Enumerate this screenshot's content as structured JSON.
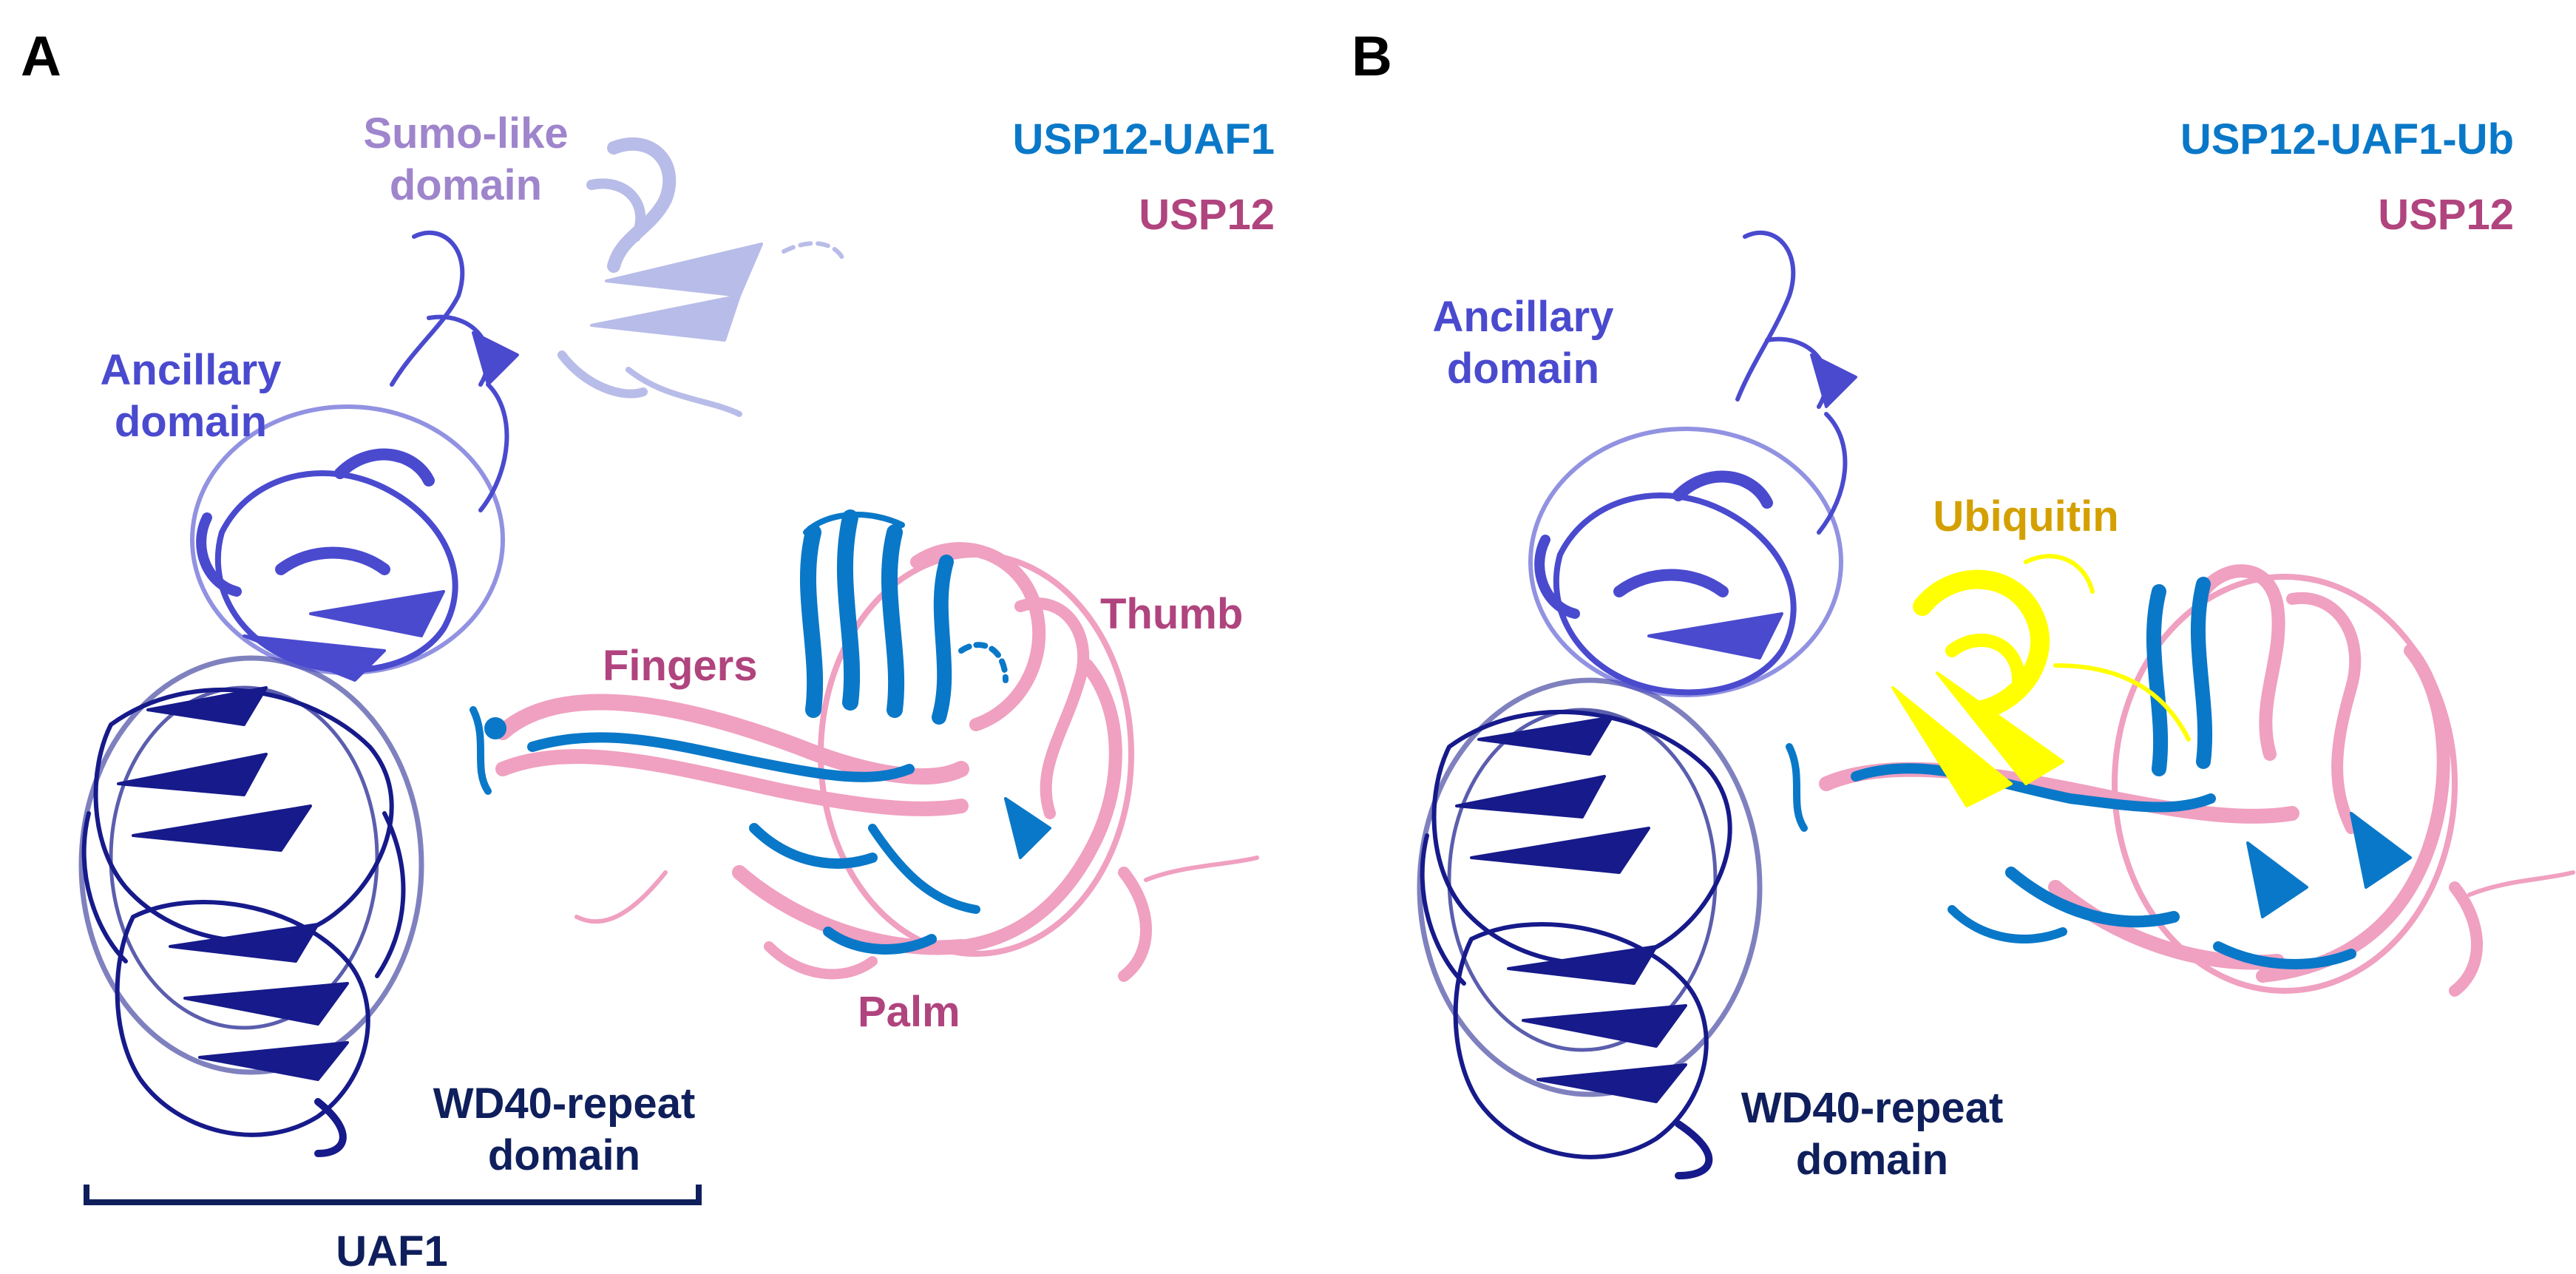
{
  "panel_a": {
    "letter": "A",
    "legend": {
      "complex": "USP12-UAF1",
      "usp12": "USP12"
    },
    "labels": {
      "sumo_line1": "Sumo-like",
      "sumo_line2": "domain",
      "ancillary_line1": "Ancillary",
      "ancillary_line2": "domain",
      "fingers": "Fingers",
      "thumb": "Thumb",
      "palm": "Palm",
      "wd40_line1": "WD40-repeat",
      "wd40_line2": "domain",
      "uaf1": "UAF1"
    }
  },
  "panel_b": {
    "letter": "B",
    "legend": {
      "complex": "USP12-UAF1-Ub",
      "usp12": "USP12"
    },
    "labels": {
      "ancillary_line1": "Ancillary",
      "ancillary_line2": "domain",
      "ubiquitin": "Ubiquitin",
      "wd40_line1": "WD40-repeat",
      "wd40_line2": "domain"
    }
  },
  "colors": {
    "usp12_complex": "#0a78c8",
    "usp12_alone": "#f0a0c0",
    "usp12_label": "#b0447e",
    "ancillary": "#4a4acf",
    "wd40": "#161a8a",
    "wd40_label": "#0f1f5c",
    "sumo": "#b8bce8",
    "sumo_label": "#9f85cc",
    "ubiquitin": "#ffff00",
    "ubiquitin_label": "#d4a000"
  }
}
